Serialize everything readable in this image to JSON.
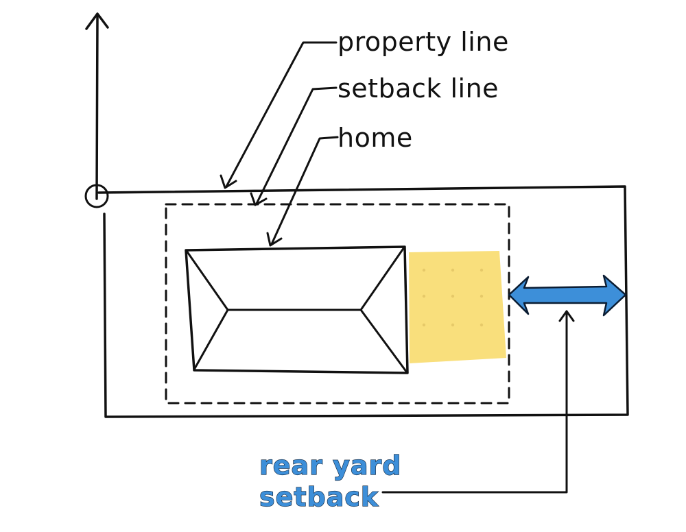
{
  "labels": {
    "property_line": "property line",
    "setback_line": "setback line",
    "home": "home",
    "rear_yard_setback_line1": "rear yard",
    "rear_yard_setback_line2": "setback"
  },
  "colors": {
    "ink": "#111111",
    "garage_fill": "#f9df7c",
    "arrow_fill": "#3d8fd9",
    "label_blue": "#3d8fd9",
    "background": "#ffffff"
  },
  "icons": {
    "north_arrow": "up-arrow-icon",
    "origin_marker": "circle-marker-icon",
    "setback_measure": "double-headed-arrow-icon"
  }
}
